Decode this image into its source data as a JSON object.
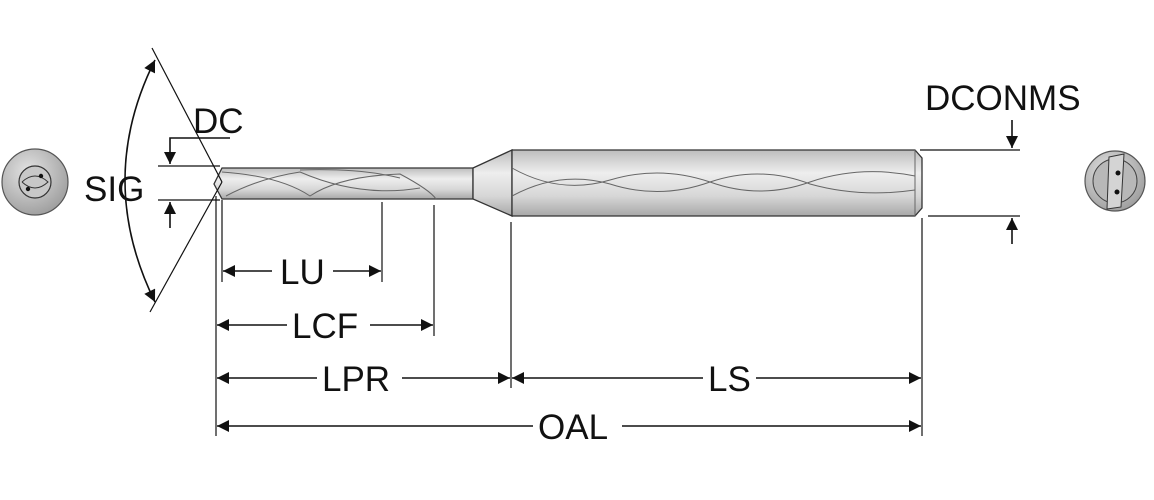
{
  "labels": {
    "dc": "DC",
    "sig": "SIG",
    "lu": "LU",
    "lcf": "LCF",
    "lpr": "LPR",
    "ls": "LS",
    "oal": "OAL",
    "dconms": "DCONMS"
  },
  "colors": {
    "line": "#111111",
    "tool_light": "#e6e6e6",
    "tool_mid": "#c4c4c4",
    "tool_dark": "#9a9a9a"
  }
}
